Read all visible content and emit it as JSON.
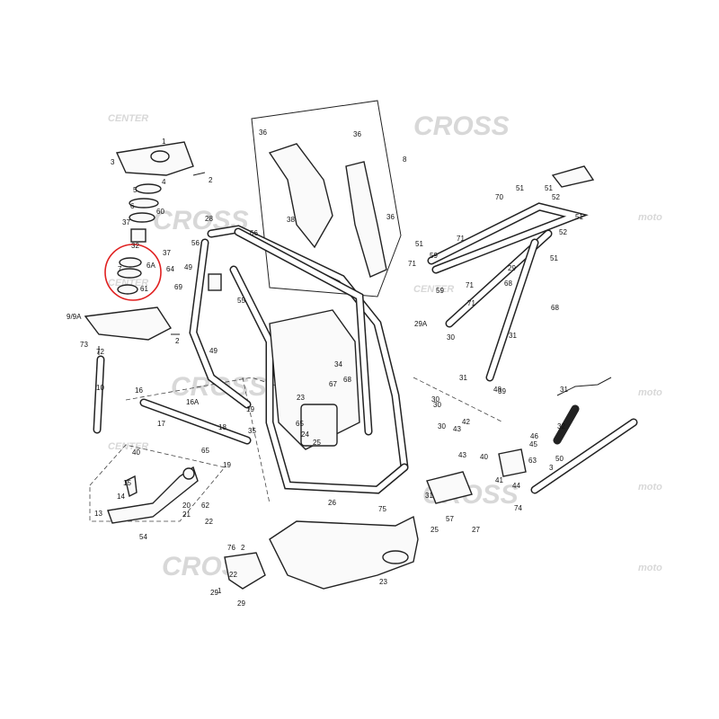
{
  "watermark": {
    "brand": "MOTOCROSSCENTER",
    "text": "CROSS",
    "small": "moto",
    "tag": "CENTER"
  },
  "labels": [
    "1",
    "3",
    "2",
    "4",
    "5",
    "60",
    "6",
    "37",
    "32",
    "37",
    "6A",
    "7",
    "61",
    "9/9A",
    "73",
    "72",
    "2",
    "10",
    "16",
    "16A",
    "17",
    "18",
    "19",
    "65",
    "20",
    "21",
    "22",
    "62",
    "15",
    "14",
    "13",
    "54",
    "40",
    "76",
    "29",
    "29",
    "28",
    "56",
    "66",
    "64",
    "69",
    "49",
    "55",
    "49",
    "19",
    "35",
    "23",
    "24",
    "25",
    "26",
    "34",
    "67",
    "68",
    "65",
    "36",
    "36",
    "36",
    "8",
    "38",
    "30",
    "70",
    "51",
    "51",
    "52",
    "51",
    "52",
    "51",
    "51",
    "71",
    "59",
    "71",
    "29",
    "59",
    "71",
    "68",
    "68",
    "71",
    "29A",
    "30",
    "31",
    "39",
    "31",
    "30",
    "30",
    "42",
    "43",
    "43",
    "40",
    "41",
    "44",
    "74",
    "63",
    "45",
    "46",
    "3",
    "31",
    "32",
    "50",
    "48",
    "31",
    "57",
    "25",
    "27",
    "23",
    "75",
    "22",
    "2",
    "1",
    "29"
  ],
  "highlight_note": "6A"
}
